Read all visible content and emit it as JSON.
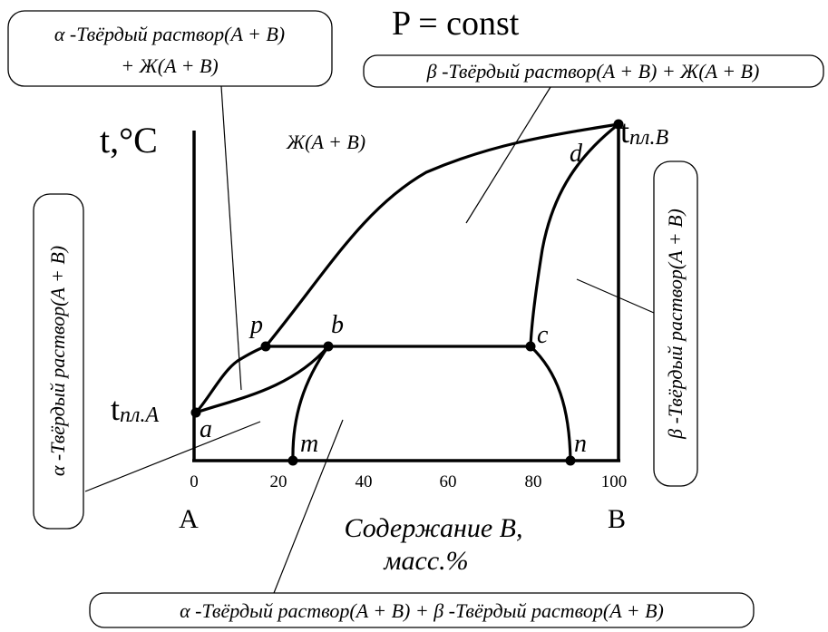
{
  "title": "P = const",
  "y_axis_label": "t,°C",
  "x_axis_label_line1": "Содержание B,",
  "x_axis_label_line2": "масс.%",
  "x_axis": {
    "ticks": [
      "0",
      "20",
      "40",
      "60",
      "80",
      "100"
    ],
    "range": [
      0,
      100
    ]
  },
  "components": {
    "left": "A",
    "right": "B"
  },
  "melting_points": {
    "a": {
      "base": "t",
      "sub": "пл.A"
    },
    "b": {
      "base": "t",
      "sub": "пл.B"
    }
  },
  "point_labels": {
    "p": "p",
    "b": "b",
    "c": "c",
    "d": "d",
    "a": "a",
    "m": "m",
    "n": "n"
  },
  "regions": {
    "liquid": "Ж(A + B)",
    "alpha_liquid_line1": "α -Твёрдый раствор(A + B)",
    "alpha_liquid_line2": "+ Ж(A + B)",
    "beta_liquid": "β -Твёрдый раствор(A + B) + Ж(A + B)",
    "beta_solid": "β -Твёрдый раствор(A + B)",
    "alpha_solid": "α -Твёрдый раствор(A + B)",
    "alpha_beta": "α -Твёрдый раствор(A + B) + β -Твёрдый раствор(A + B)"
  }
}
